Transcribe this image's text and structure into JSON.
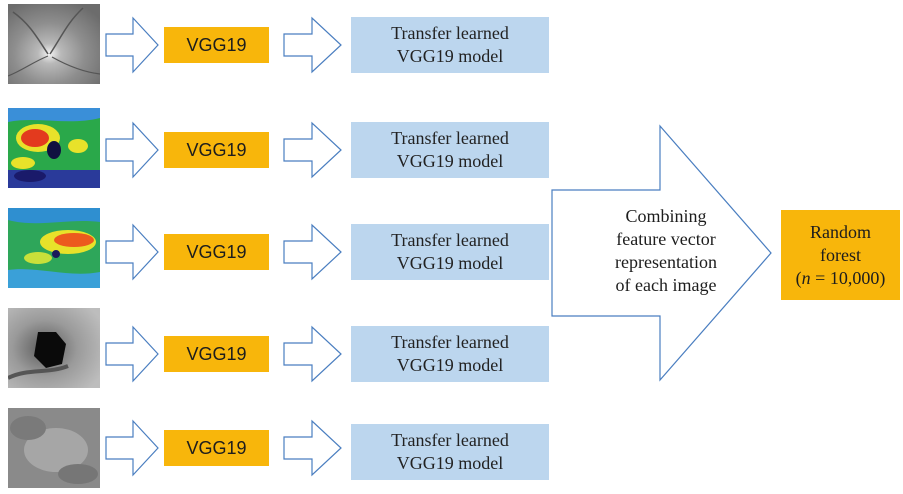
{
  "rows": [
    {
      "model": "VGG19",
      "output_lines": [
        "Transfer learned",
        "VGG19 model"
      ],
      "image_icon": "fundus-photo-icon"
    },
    {
      "model": "VGG19",
      "output_lines": [
        "Transfer learned",
        "VGG19 model"
      ],
      "image_icon": "thickness-heatmap-icon"
    },
    {
      "model": "VGG19",
      "output_lines": [
        "Transfer learned",
        "VGG19 model"
      ],
      "image_icon": "thickness-heatmap-icon"
    },
    {
      "model": "VGG19",
      "output_lines": [
        "Transfer learned",
        "VGG19 model"
      ],
      "image_icon": "grayscale-optic-disc-icon"
    },
    {
      "model": "VGG19",
      "output_lines": [
        "Transfer learned",
        "VGG19 model"
      ],
      "image_icon": "grayscale-scan-icon"
    }
  ],
  "combine_lines": [
    "Combining",
    "feature vector",
    "representation",
    "of each image"
  ],
  "classifier": {
    "line1": "Random",
    "line2": "forest",
    "open": "(",
    "n_var": "n",
    "n_rest": " = 10,000)"
  },
  "colors": {
    "orange_box": "#f8b60b",
    "blue_box": "#bcd6ee",
    "arrow_stroke": "#4a7ec0"
  }
}
